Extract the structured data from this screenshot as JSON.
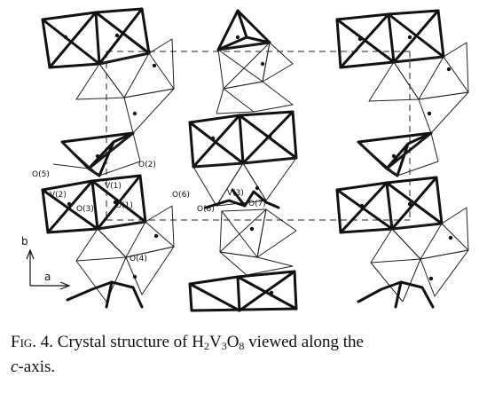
{
  "figure": {
    "atom_labels": {
      "O5": "O(5)",
      "V2": "V(2)",
      "O3": "O(3)",
      "V1": "V(1)",
      "O2": "O(2)",
      "O1": "O(1)",
      "O6": "O(6)",
      "O8": "O(8)",
      "V3": "V(3)",
      "O7": "O(7)",
      "O4": "O(4)"
    },
    "axes": {
      "b": "b",
      "a": "a"
    }
  },
  "caption": {
    "fig_prefix": "Fig.",
    "fig_number": "4.",
    "text_before": "Crystal structure of H",
    "sub1": "2",
    "v": "V",
    "sub2": "3",
    "o": "O",
    "sub3": "8",
    "text_after": " viewed along the",
    "axis_c": "c",
    "line2_rest": "-axis."
  }
}
